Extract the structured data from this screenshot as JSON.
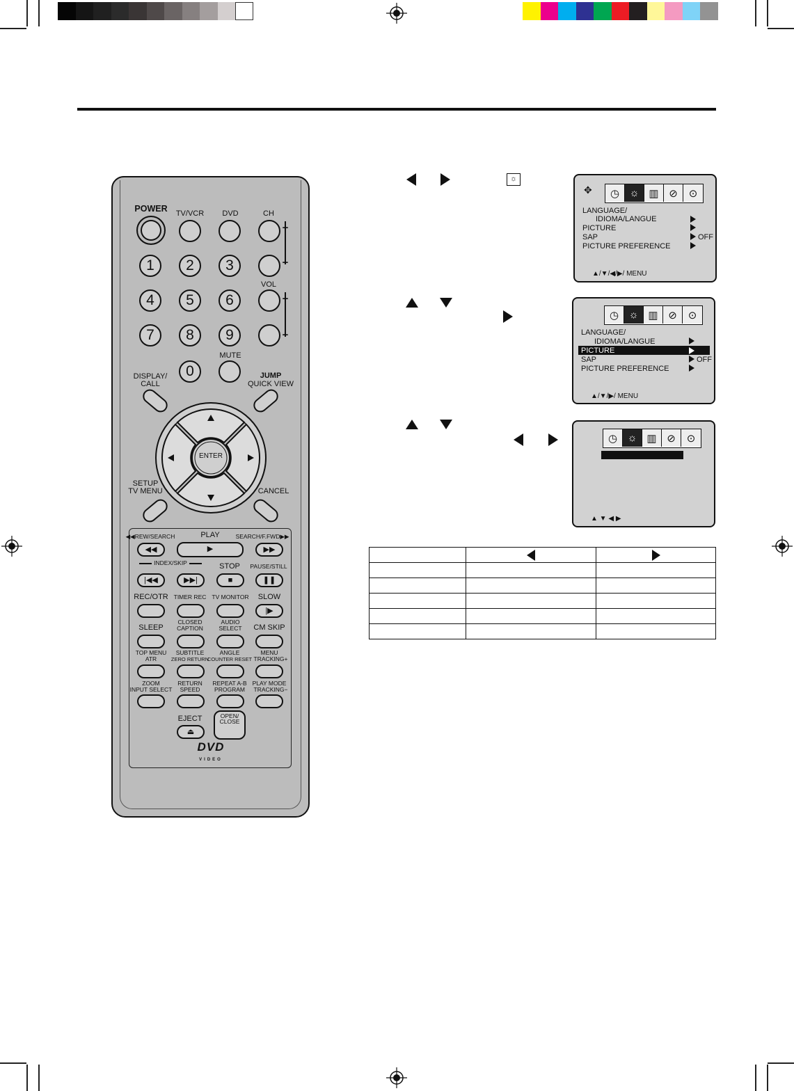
{
  "print_marks": {
    "gray_swatches": [
      "#050505",
      "#151515",
      "#202020",
      "#2b2b2b",
      "#3a3535",
      "#4f4949",
      "#6a6464",
      "#868080",
      "#a49e9e",
      "#d4cfcf",
      "#ffffff"
    ],
    "color_swatches": [
      "#fff200",
      "#ec008c",
      "#00aeef",
      "#2e3192",
      "#00a651",
      "#ed1c24",
      "#231f20",
      "#fff799",
      "#f49ac1",
      "#7fd3f7",
      "#939393"
    ]
  },
  "remote": {
    "power": "POWER",
    "tv_vcr": "TV/VCR",
    "dvd": "DVD",
    "ch": "CH",
    "vol": "VOL",
    "plus": "+",
    "minus": "−",
    "digits": [
      "1",
      "2",
      "3",
      "4",
      "5",
      "6",
      "7",
      "8",
      "9",
      "0"
    ],
    "mute": "MUTE",
    "display_call": [
      "DISPLAY/",
      "CALL"
    ],
    "jump": "JUMP",
    "quick_view": "QUICK VIEW",
    "enter": "ENTER",
    "setup_tv_menu": [
      "SETUP",
      "TV MENU"
    ],
    "cancel": "CANCEL",
    "rew_search": "◀◀REW/SEARCH",
    "play": "PLAY",
    "search_ffwd": "SEARCH/F.FWD▶▶",
    "index_skip": "INDEX/SKIP",
    "stop": "STOP",
    "pause_still": "PAUSE/STILL",
    "rec_otr": "REC/OTR",
    "timer_rec": "TIMER REC",
    "tv_monitor": "TV MONITOR",
    "slow": "SLOW",
    "sleep": "SLEEP",
    "closed_caption": [
      "CLOSED",
      "CAPTION"
    ],
    "audio_select": [
      "AUDIO",
      "SELECT"
    ],
    "cm_skip": "CM SKIP",
    "top_menu_atr": [
      "TOP MENU",
      "ATR"
    ],
    "subtitle_zero_return": [
      "SUBTITLE",
      "ZERO RETURN"
    ],
    "angle_counter_reset": [
      "ANGLE",
      "COUNTER RESET"
    ],
    "menu_tracking_plus": [
      "MENU",
      "TRACKING+"
    ],
    "zoom_input_select": [
      "ZOOM",
      "INPUT SELECT"
    ],
    "return_speed": [
      "RETURN",
      "SPEED"
    ],
    "repeat_ab_program": [
      "REPEAT A-B",
      "PROGRAM"
    ],
    "play_mode_tracking_minus": [
      "PLAY MODE",
      "TRACKING−"
    ],
    "eject": "EJECT",
    "open_close": [
      "OPEN/",
      "CLOSE"
    ],
    "dvd_logo": "DVD",
    "video_logo": "VIDEO"
  },
  "screens": {
    "s1": {
      "items": [
        "LANGUAGE/",
        "IDIOMA/LANGUE",
        "PICTURE",
        "SAP",
        "PICTURE  PREFERENCE"
      ],
      "sap_value": "OFF",
      "footer": "▲/▼/◀/▶/ MENU"
    },
    "s2": {
      "items": [
        "LANGUAGE/",
        "IDIOMA/LANGUE",
        "PICTURE",
        "SAP",
        "PICTURE  PREFERENCE"
      ],
      "sap_value": "OFF",
      "footer": "▲/▼/▶/ MENU"
    },
    "s3": {
      "footer": "▲ ▼ ◀ ▶"
    }
  },
  "table": {
    "header": [
      "",
      "◀",
      "▶"
    ],
    "rows": [
      [
        "",
        "",
        ""
      ],
      [
        "",
        "",
        ""
      ],
      [
        "",
        "",
        ""
      ],
      [
        "",
        "",
        ""
      ],
      [
        "",
        "",
        ""
      ]
    ]
  }
}
